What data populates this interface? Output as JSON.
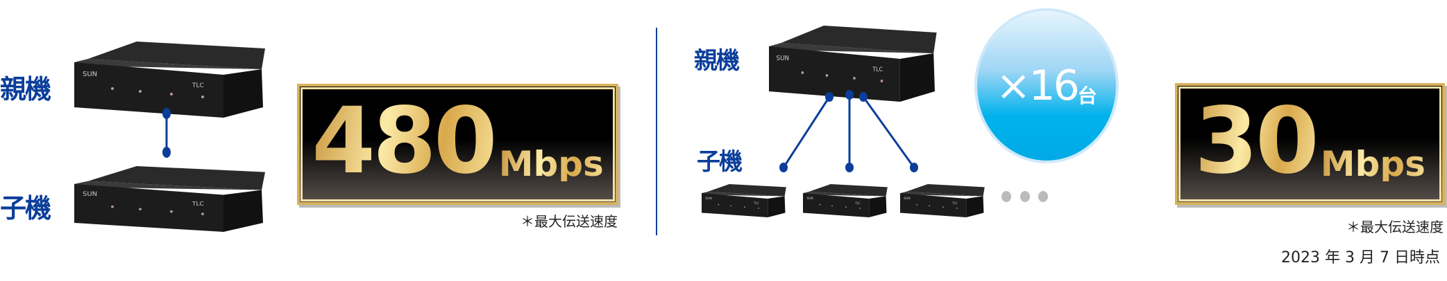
{
  "left": {
    "parent_label": "親機",
    "child_label": "子機",
    "speed_value": "480",
    "speed_unit": "Mbps",
    "note": "＊最大伝送速度"
  },
  "right": {
    "parent_label": "親機",
    "child_label": "子機",
    "multiplier": "×16",
    "multiplier_unit": "台",
    "speed_value": "30",
    "speed_unit": "Mbps",
    "note": "＊最大伝送速度",
    "date": "2023 年 3 月 7 日時点"
  },
  "colors": {
    "label_blue": "#0b3e9a",
    "connector_blue": "#0b3e9a",
    "gold": "#d9b15a",
    "circle_blue": "#00b2eb"
  }
}
